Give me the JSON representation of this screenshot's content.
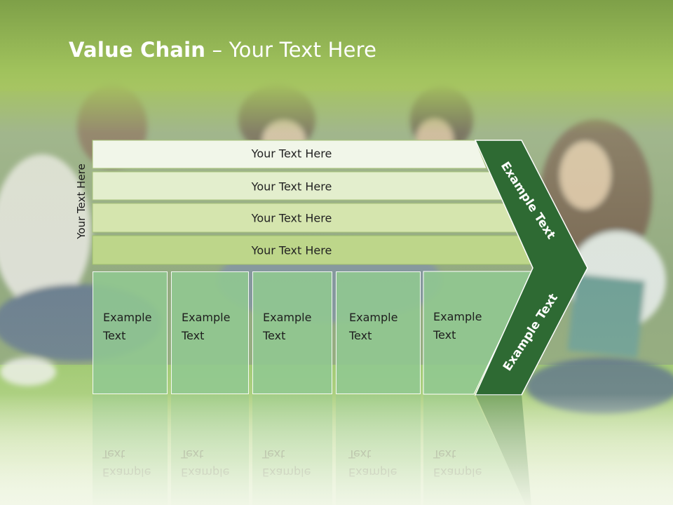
{
  "slide": {
    "title_bold": "Value Chain",
    "title_rest": " – Your Text Here",
    "side_label": "Your Text Here",
    "bars": [
      "Your Text Here",
      "Your Text Here",
      "Your Text Here",
      "Your Text Here"
    ],
    "boxes": [
      {
        "line1": "Example",
        "line2": "Text"
      },
      {
        "line1": "Example",
        "line2": "Text"
      },
      {
        "line1": "Example",
        "line2": "Text"
      },
      {
        "line1": "Example",
        "line2": "Text"
      },
      {
        "line1": "Example",
        "line2": "Text"
      }
    ],
    "chevron_upper": "Example Text",
    "chevron_lower": "Example Text"
  },
  "colors": {
    "header_green": "#8fb350",
    "bar_fills": [
      "#f1f6e9",
      "#e3eecd",
      "#d5e5ae",
      "#bdd68a"
    ],
    "box_fill": "#91c891",
    "chevron_dark": "#2e6a33"
  }
}
